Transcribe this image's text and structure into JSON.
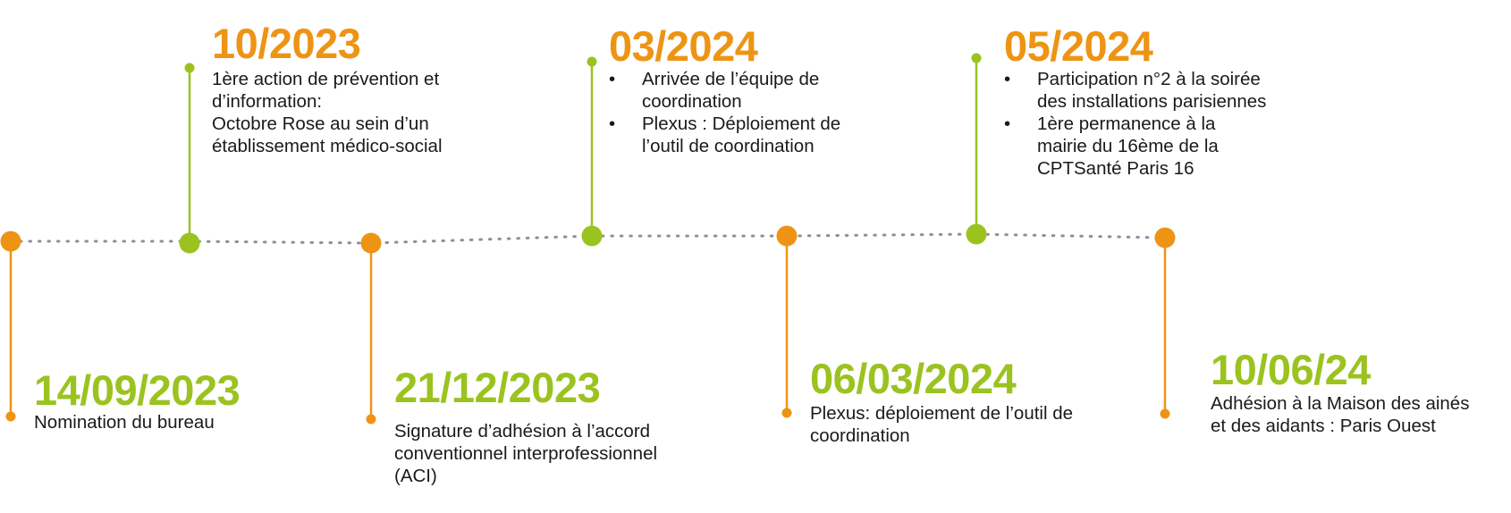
{
  "colors": {
    "orange": "#EE9414",
    "green": "#9BC320",
    "dotted_line": "#8E8E9E"
  },
  "timeline": {
    "events": [
      {
        "id": "e1",
        "date": "14/09/2023",
        "color": "green",
        "lines": [
          "Nomination du bureau"
        ]
      },
      {
        "id": "e2",
        "date": "10/2023",
        "color": "orange",
        "lines": [
          "1ère action de prévention et",
          "d’information:",
          "Octobre Rose au sein d’un",
          "établissement médico-social"
        ]
      },
      {
        "id": "e3",
        "date": "21/12/2023",
        "color": "green",
        "lines": [
          "Signature d’adhésion à l’accord",
          "conventionnel interprofessionnel",
          "(ACI)"
        ]
      },
      {
        "id": "e4",
        "date": "03/2024",
        "color": "orange",
        "bullets": [
          [
            "Arrivée de l’équipe de",
            "coordination"
          ],
          [
            "Plexus : Déploiement de",
            "l’outil de coordination"
          ]
        ]
      },
      {
        "id": "e5",
        "date": "06/03/2024",
        "color": "green",
        "lines": [
          "Plexus: déploiement de l’outil de",
          "coordination"
        ]
      },
      {
        "id": "e6",
        "date": "05/2024",
        "color": "orange",
        "bullets": [
          [
            "Participation n°2 à la soirée",
            "des installations parisiennes"
          ],
          [
            "1ère permanence à la",
            "mairie du 16ème de la",
            "CPTSanté Paris 16"
          ]
        ]
      },
      {
        "id": "e7",
        "date": "10/06/24",
        "color": "green",
        "lines": [
          "Adhésion à la Maison des ainés",
          "et des aidants : Paris Ouest"
        ]
      }
    ]
  }
}
